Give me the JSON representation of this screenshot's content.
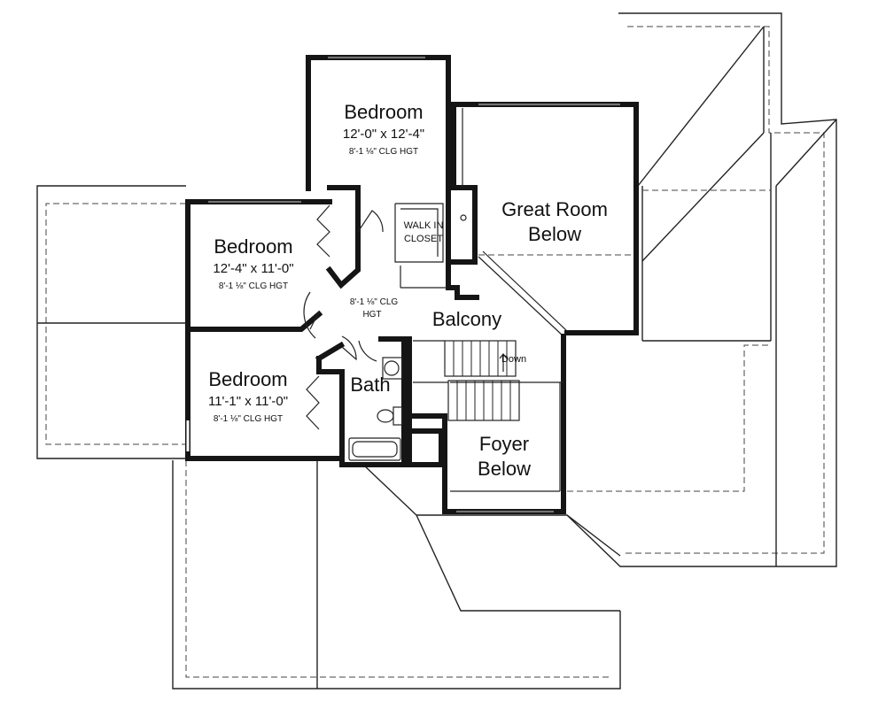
{
  "rooms": {
    "bedroom_top": {
      "name": "Bedroom",
      "dims": "12'-0\" x 12'-4\"",
      "ceiling": "8'-1 ⅛\" CLG HGT"
    },
    "bedroom_left": {
      "name": "Bedroom",
      "dims": "12'-4\" x 11'-0\"",
      "ceiling": "8'-1 ⅛\" CLG HGT"
    },
    "bedroom_bottom": {
      "name": "Bedroom",
      "dims": "11'-1\" x 11'-0\"",
      "ceiling": "8'-1 ⅛\" CLG HGT"
    },
    "great_room": {
      "line1": "Great Room",
      "line2": "Below"
    },
    "foyer": {
      "line1": "Foyer",
      "line2": "Below"
    },
    "balcony": {
      "name": "Balcony"
    },
    "hall": {
      "ceiling_line1": "8'-1 ⅛\" CLG",
      "ceiling_line2": "HGT"
    },
    "closet": {
      "line1": "WALK IN",
      "line2": "CLOSET"
    },
    "bath": {
      "name": "Bath"
    },
    "stairs": {
      "label": "Down"
    }
  },
  "colors": {
    "wall": "#151515",
    "background": "#ffffff"
  }
}
